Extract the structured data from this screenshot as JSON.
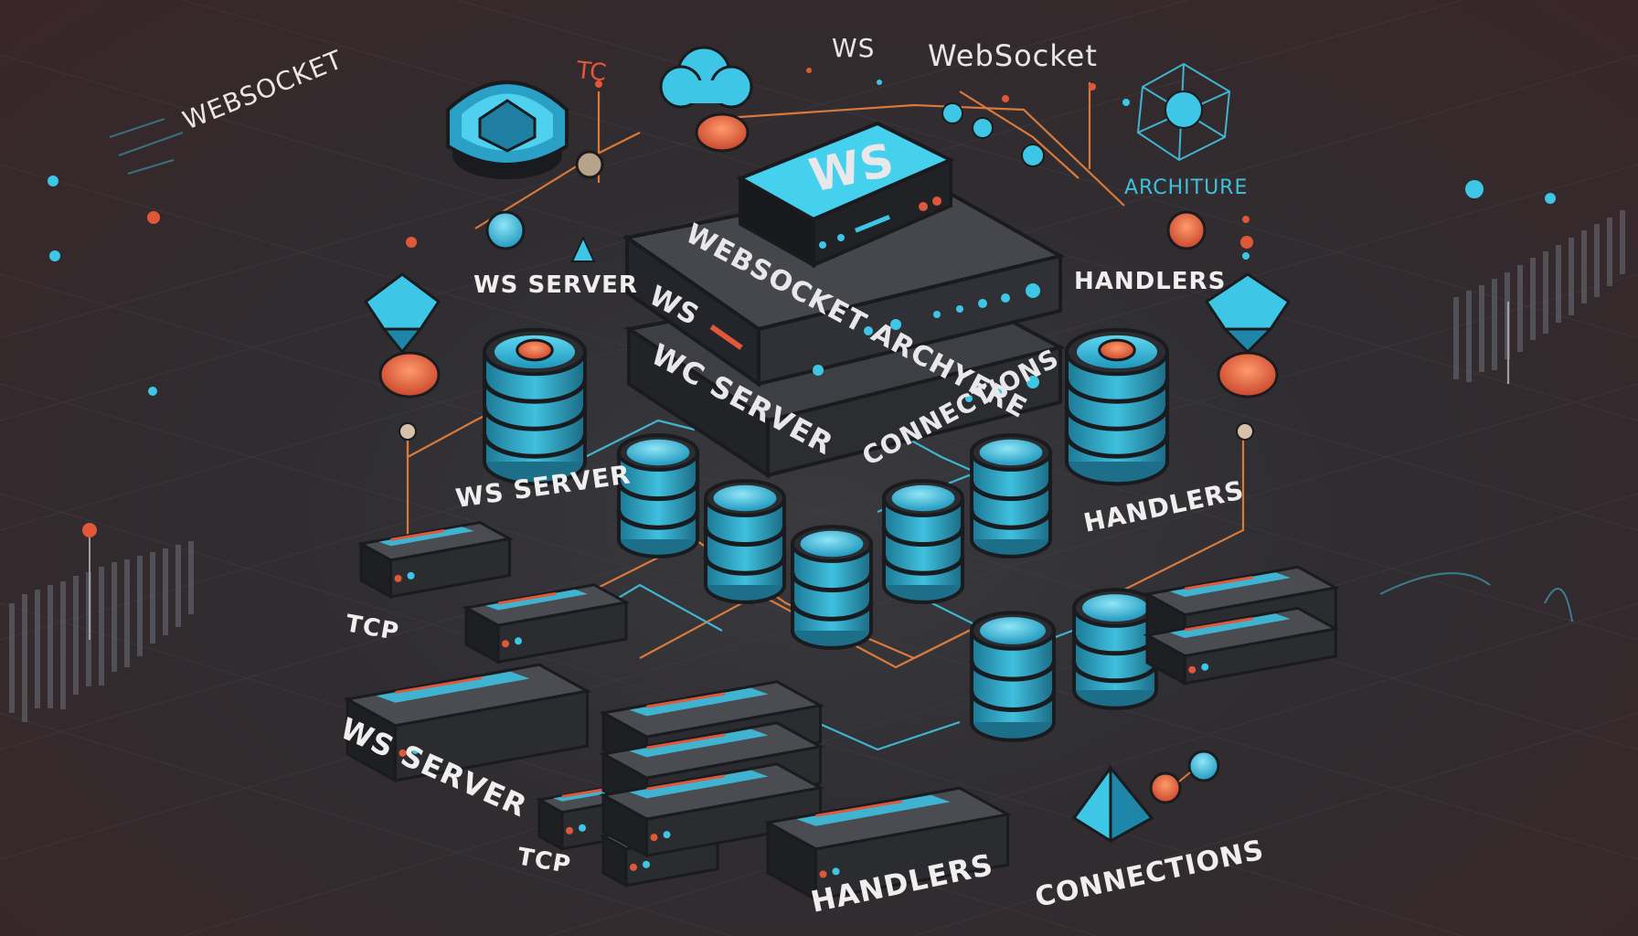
{
  "labels": {
    "corner_title": "WEBSOCKET",
    "tc": "TC",
    "ws_small": "WS",
    "websocket_top": "WebSocket",
    "architure": "ARCHITURE",
    "hub_logo": "WS",
    "hub_title": "WEBSOCKET ARCHYERE",
    "hub_ws": "WS",
    "hub_wc_server": "WC SERVER",
    "hub_connections": "CONNECTIONS",
    "ws_server_1": "WS SERVER",
    "ws_server_2": "WS SERVER",
    "ws_server_3": "WS SERVER",
    "handlers_1": "HANDLERS",
    "handlers_2": "HANDLERS",
    "handlers_3": "HANDLERS",
    "tcp_1": "TCP",
    "tcp_2": "TCP",
    "connections_bottom": "CONNECTIONS"
  },
  "colors": {
    "background": "#2f2d31",
    "cyan": "#3ec6e6",
    "orange": "#e0573a",
    "dark_panel": "#2a2c30",
    "line_orange": "#d97a3c",
    "line_cyan": "#3fb6d1"
  },
  "icons": [
    "shield-icon",
    "cloud-icon",
    "network-graph-icon",
    "gem-icon",
    "database-icon",
    "server-rack-icon",
    "pyramid-icon"
  ]
}
